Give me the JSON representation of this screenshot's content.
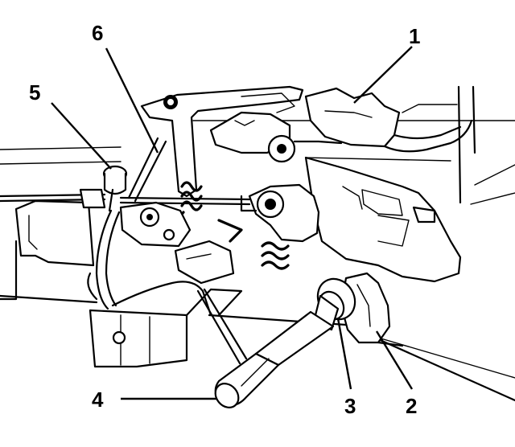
{
  "callouts": [
    {
      "id": "1",
      "label": "1"
    },
    {
      "id": "2",
      "label": "2"
    },
    {
      "id": "3",
      "label": "3"
    },
    {
      "id": "4",
      "label": "4"
    },
    {
      "id": "5",
      "label": "5"
    },
    {
      "id": "6",
      "label": "6"
    }
  ],
  "icons": {
    "drawing": "mechanical-linkage-line-drawing-icon"
  }
}
